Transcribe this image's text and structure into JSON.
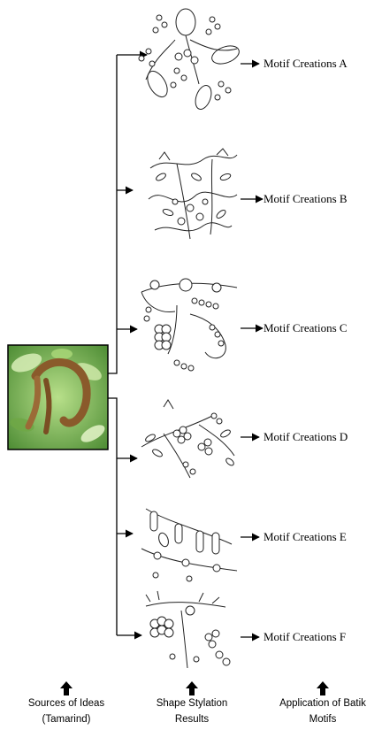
{
  "motifs": [
    {
      "id": "A",
      "label": "Motif Creations A"
    },
    {
      "id": "B",
      "label": "Motif Creations B"
    },
    {
      "id": "C",
      "label": "Motif Creations C"
    },
    {
      "id": "D",
      "label": "Motif Creations D"
    },
    {
      "id": "E",
      "label": "Motif Creations E"
    },
    {
      "id": "F",
      "label": "Motif Creations F"
    }
  ],
  "captions": {
    "source": [
      "Sources of Ideas",
      "(Tamarind)"
    ],
    "stylation": [
      "Shape Stylation",
      "Results"
    ],
    "application": [
      "Application of Batik",
      "Motifs"
    ]
  },
  "colors": {
    "line": "#000000",
    "leaf_light": "#9ccf6a",
    "leaf_dark": "#3f7d2a",
    "pod": "#8a5a2b"
  }
}
